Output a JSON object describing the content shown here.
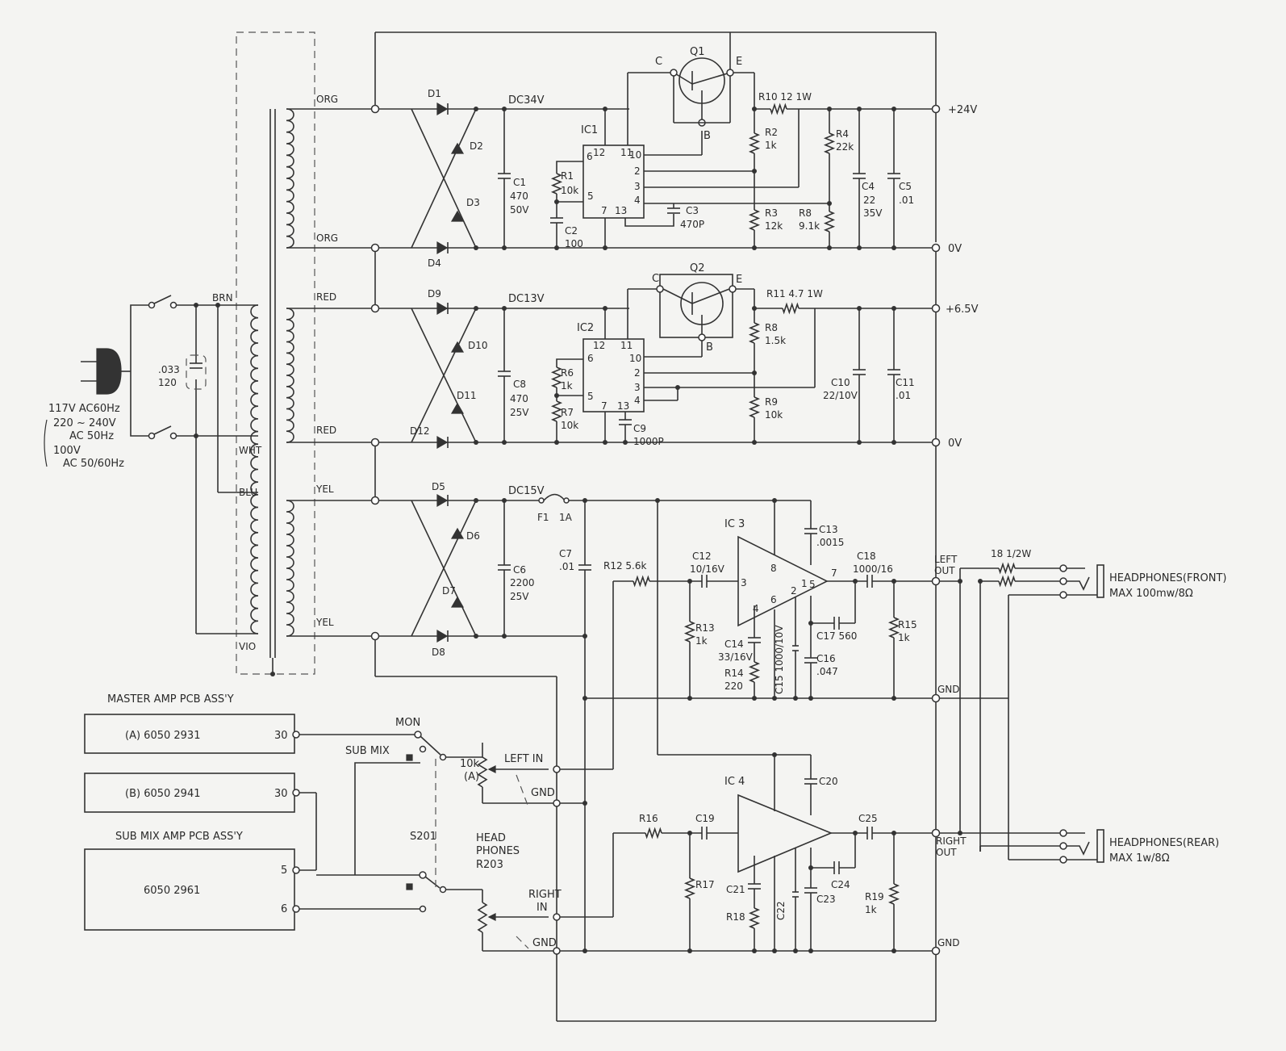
{
  "transformer": {
    "brn": "BRN",
    "wht": "WHT",
    "blu": "BLU",
    "vio": "VIO",
    "org1": "ORG",
    "org2": "ORG",
    "red1": "RED",
    "red2": "RED",
    "yel1": "YEL",
    "yel2": "YEL"
  },
  "mains": {
    "l1": "117V AC60Hz",
    "l2": "220 ~ 240V",
    "l3": "AC 50Hz",
    "l4": "100V",
    "l5": "AC 50/60Hz",
    "cap": ".033",
    "res": "120"
  },
  "rail1": {
    "dc": "DC34V",
    "out": "+24V",
    "zero": "0V",
    "q": "Q1",
    "c": "C",
    "e": "E",
    "b": "B",
    "ic": "IC1",
    "d1": "D1",
    "d2": "D2",
    "d3": "D3",
    "d4": "D4",
    "c1": "C1",
    "c1v1": "470",
    "c1v2": "50V",
    "r1": "R1",
    "r1v": "10k",
    "c2": "C2",
    "c2v": "100",
    "c3": "C3",
    "c3v": "470P",
    "r10": "R10 12 1W",
    "r2": "R2",
    "r2v": "1k",
    "r3": "R3",
    "r3v": "12k",
    "r4": "R4",
    "r4v": "22k",
    "r8": "R8",
    "r8v": "9.1k",
    "c4": "C4",
    "c4v1": "22",
    "c4v2": "35V",
    "c5": "C5",
    "c5v": ".01",
    "p12": "12",
    "p11": "11",
    "p6": "6",
    "p10": "10",
    "p2": "2",
    "p3": "3",
    "p5": "5",
    "p4": "4",
    "p7": "7",
    "p13": "13"
  },
  "rail2": {
    "dc": "DC13V",
    "out": "+6.5V",
    "zero": "0V",
    "q": "Q2",
    "c": "C",
    "e": "E",
    "b": "B",
    "ic": "IC2",
    "d9": "D9",
    "d10": "D10",
    "d11": "D11",
    "d12": "D12",
    "c8": "C8",
    "c8v1": "470",
    "c8v2": "25V",
    "r6": "R6",
    "r6v": "1k",
    "r7": "R7",
    "r7v": "10k",
    "c9": "C9",
    "c9v": "1000P",
    "r11": "R11 4.7 1W",
    "r8": "R8",
    "r8v": "1.5k",
    "r9": "R9",
    "r9v": "10k",
    "c10": "C10",
    "c10v": "22/10V",
    "c11": "C11",
    "c11v": ".01",
    "p12": "12",
    "p11": "11",
    "p6": "6",
    "p10": "10",
    "p2": "2",
    "p3": "3",
    "p5": "5",
    "p4": "4",
    "p7": "7",
    "p13": "13"
  },
  "rail3": {
    "dc": "DC15V",
    "f1": "F1",
    "f1v": "1A",
    "d5": "D5",
    "d6": "D6",
    "d7": "D7",
    "d8": "D8",
    "c6": "C6",
    "c6v1": "2200",
    "c6v2": "25V",
    "c7": "C7",
    "c7v": ".01"
  },
  "amp1": {
    "ic": "IC 3",
    "r12": "R12 5.6k",
    "c12": "C12",
    "c12v": "10/16V",
    "r13": "R13",
    "r13v": "1k",
    "c14": "C14",
    "c14v": "33/16V",
    "r14": "R14",
    "r14v": "220",
    "c15": "C15 1000/10V",
    "c16": "C16",
    "c16v": ".047",
    "c13": "C13",
    "c13v": ".0015",
    "c17": "C17 560",
    "c18": "C18",
    "c18v": "1000/16",
    "r15": "R15",
    "r15v": "1k",
    "p8": "8",
    "p3": "3",
    "p6": "6",
    "p1": "1",
    "p2": "2",
    "p5": "5",
    "p4": "4",
    "p7": "7"
  },
  "amp2": {
    "ic": "IC 4",
    "r16": "R16",
    "c19": "C19",
    "r17": "R17",
    "c21": "C21",
    "r18": "R18",
    "c22": "C22",
    "c20": "C20",
    "c23": "C23",
    "c24": "C24",
    "c25": "C25",
    "r19": "R19",
    "r19v": "1k"
  },
  "outputs": {
    "left_out1": "LEFT",
    "left_out2": "OUT",
    "gnd1": "GND",
    "right_out1": "RIGHT",
    "right_out2": "OUT",
    "gnd2": "GND",
    "res": "18 1/2W",
    "hp_front": "HEADPHONES(FRONT)",
    "hp_front_max": "MAX 100mw/8Ω",
    "hp_rear": "HEADPHONES(REAR)",
    "hp_rear_max": "MAX 1w/8Ω"
  },
  "inputs": {
    "master_title": "MASTER AMP PCB ASS'Y",
    "a_label": "(A) 6050 2931",
    "a_pin": "30",
    "b_label": "(B) 6050 2941",
    "b_pin": "30",
    "sub_title": "SUB MIX AMP PCB ASS'Y",
    "sub_label": "6050 2961",
    "sub_p5": "5",
    "sub_p6": "6",
    "mon": "MON",
    "submix": "SUB MIX",
    "s201": "S201",
    "pot": "10k",
    "pot_a": "(A)",
    "hp1": "HEAD",
    "hp2": "PHONES",
    "r203": "R203",
    "left_in": "LEFT IN",
    "gnd_a": "GND",
    "right_in1": "RIGHT",
    "right_in2": "IN",
    "gnd_b": "GND"
  }
}
